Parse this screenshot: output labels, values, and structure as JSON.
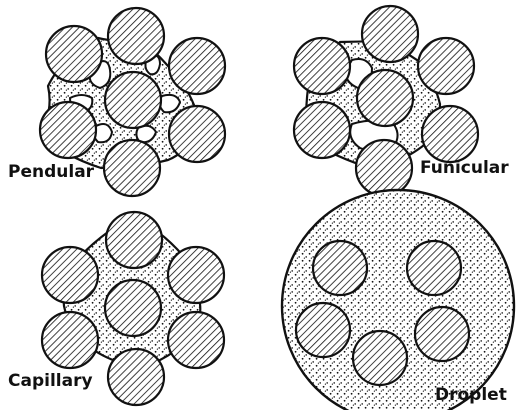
{
  "labels": {
    "pendular": "Pendular",
    "funicular": "Funicular",
    "capillary": "Capillary",
    "droplet": "Droplet"
  },
  "colors": {
    "ink": "#111111",
    "background": "#ffffff"
  }
}
